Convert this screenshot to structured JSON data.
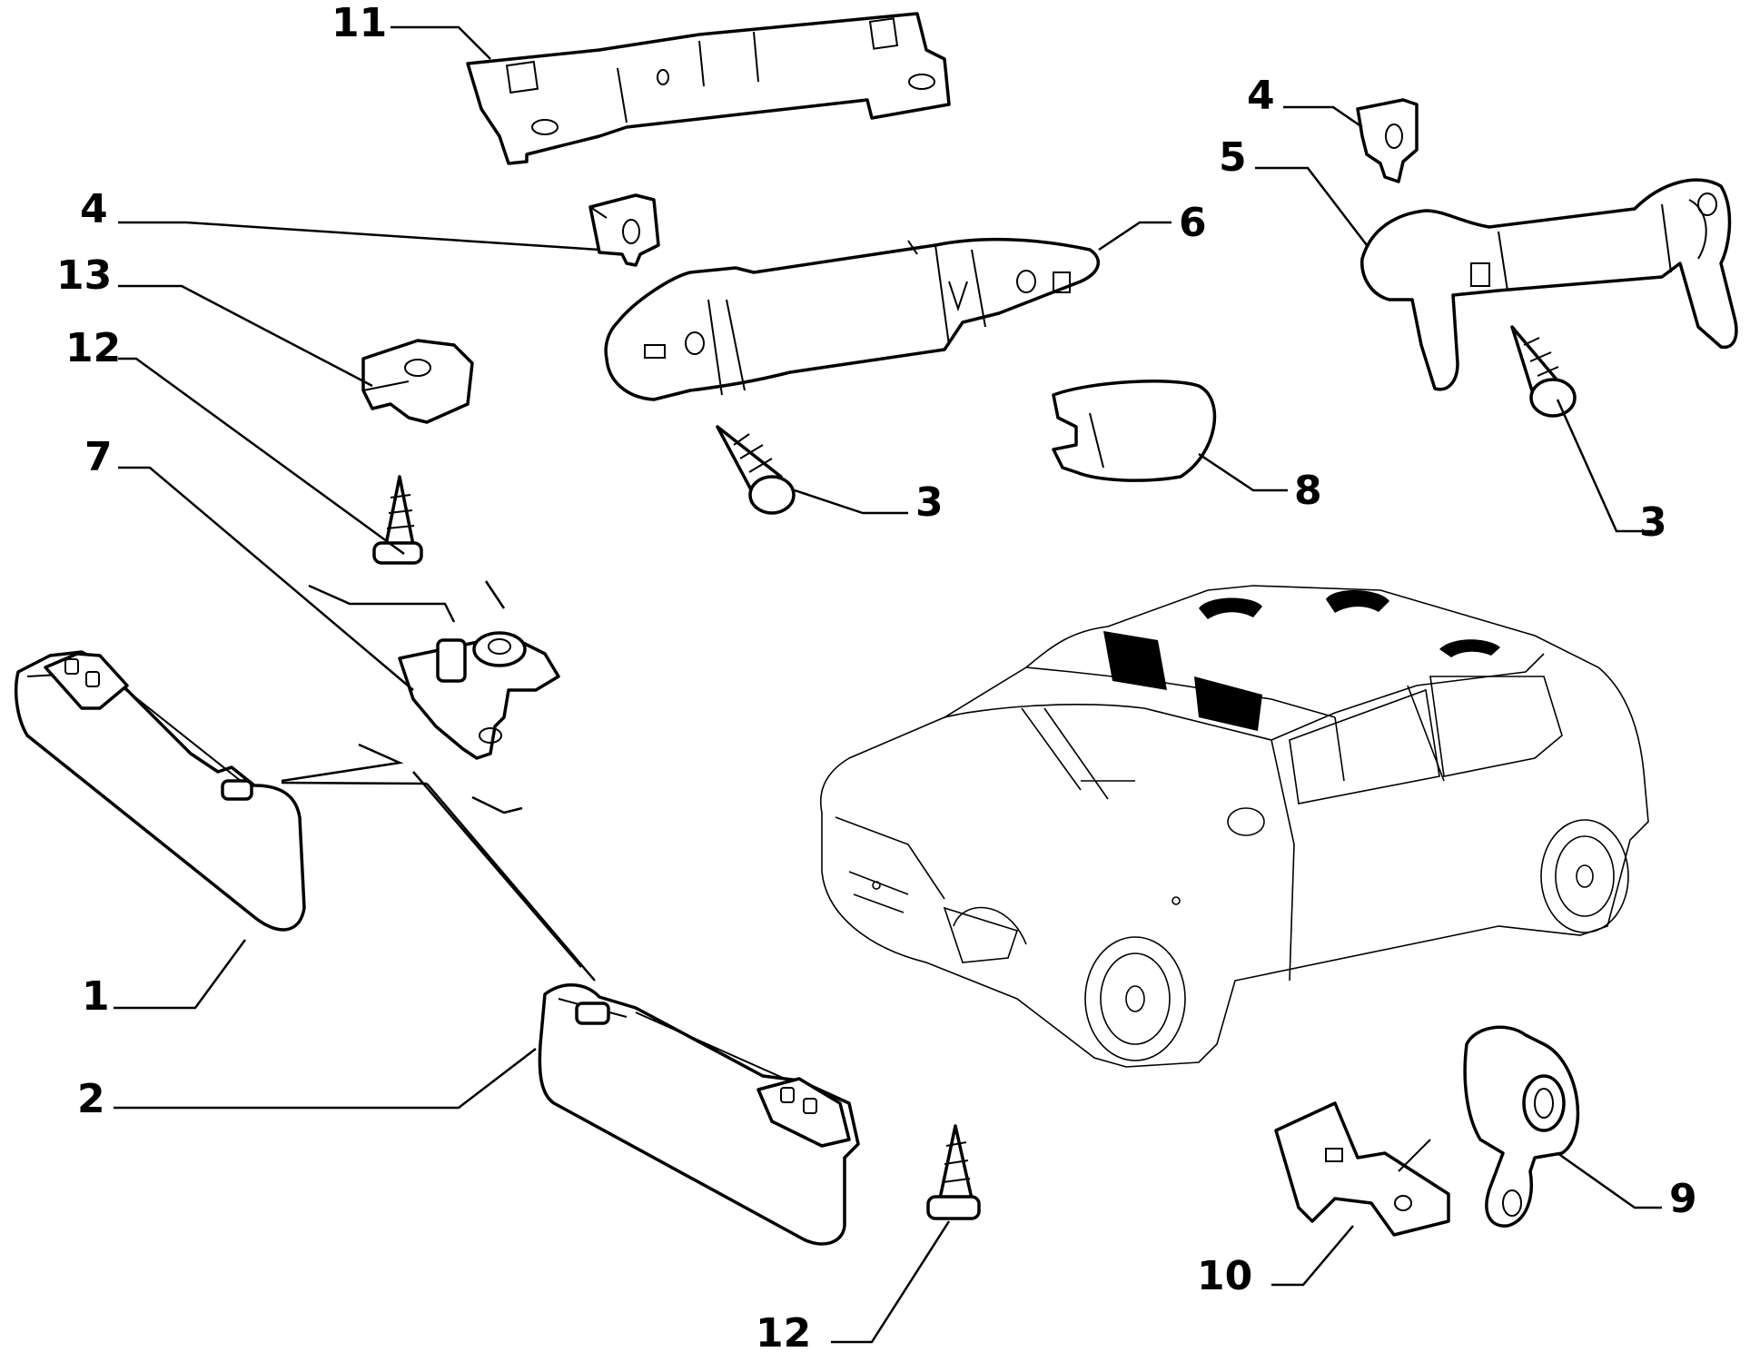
{
  "labels": [
    {
      "id": "1",
      "text": "1"
    },
    {
      "id": "2",
      "text": "2"
    },
    {
      "id": "3a",
      "text": "3"
    },
    {
      "id": "3b",
      "text": "3"
    },
    {
      "id": "4a",
      "text": "4"
    },
    {
      "id": "4b",
      "text": "4"
    },
    {
      "id": "5",
      "text": "5"
    },
    {
      "id": "6",
      "text": "6"
    },
    {
      "id": "7",
      "text": "7"
    },
    {
      "id": "8",
      "text": "8"
    },
    {
      "id": "9",
      "text": "9"
    },
    {
      "id": "10",
      "text": "10"
    },
    {
      "id": "11",
      "text": "11"
    },
    {
      "id": "12a",
      "text": "12"
    },
    {
      "id": "12b",
      "text": "12"
    },
    {
      "id": "13",
      "text": "13"
    }
  ]
}
